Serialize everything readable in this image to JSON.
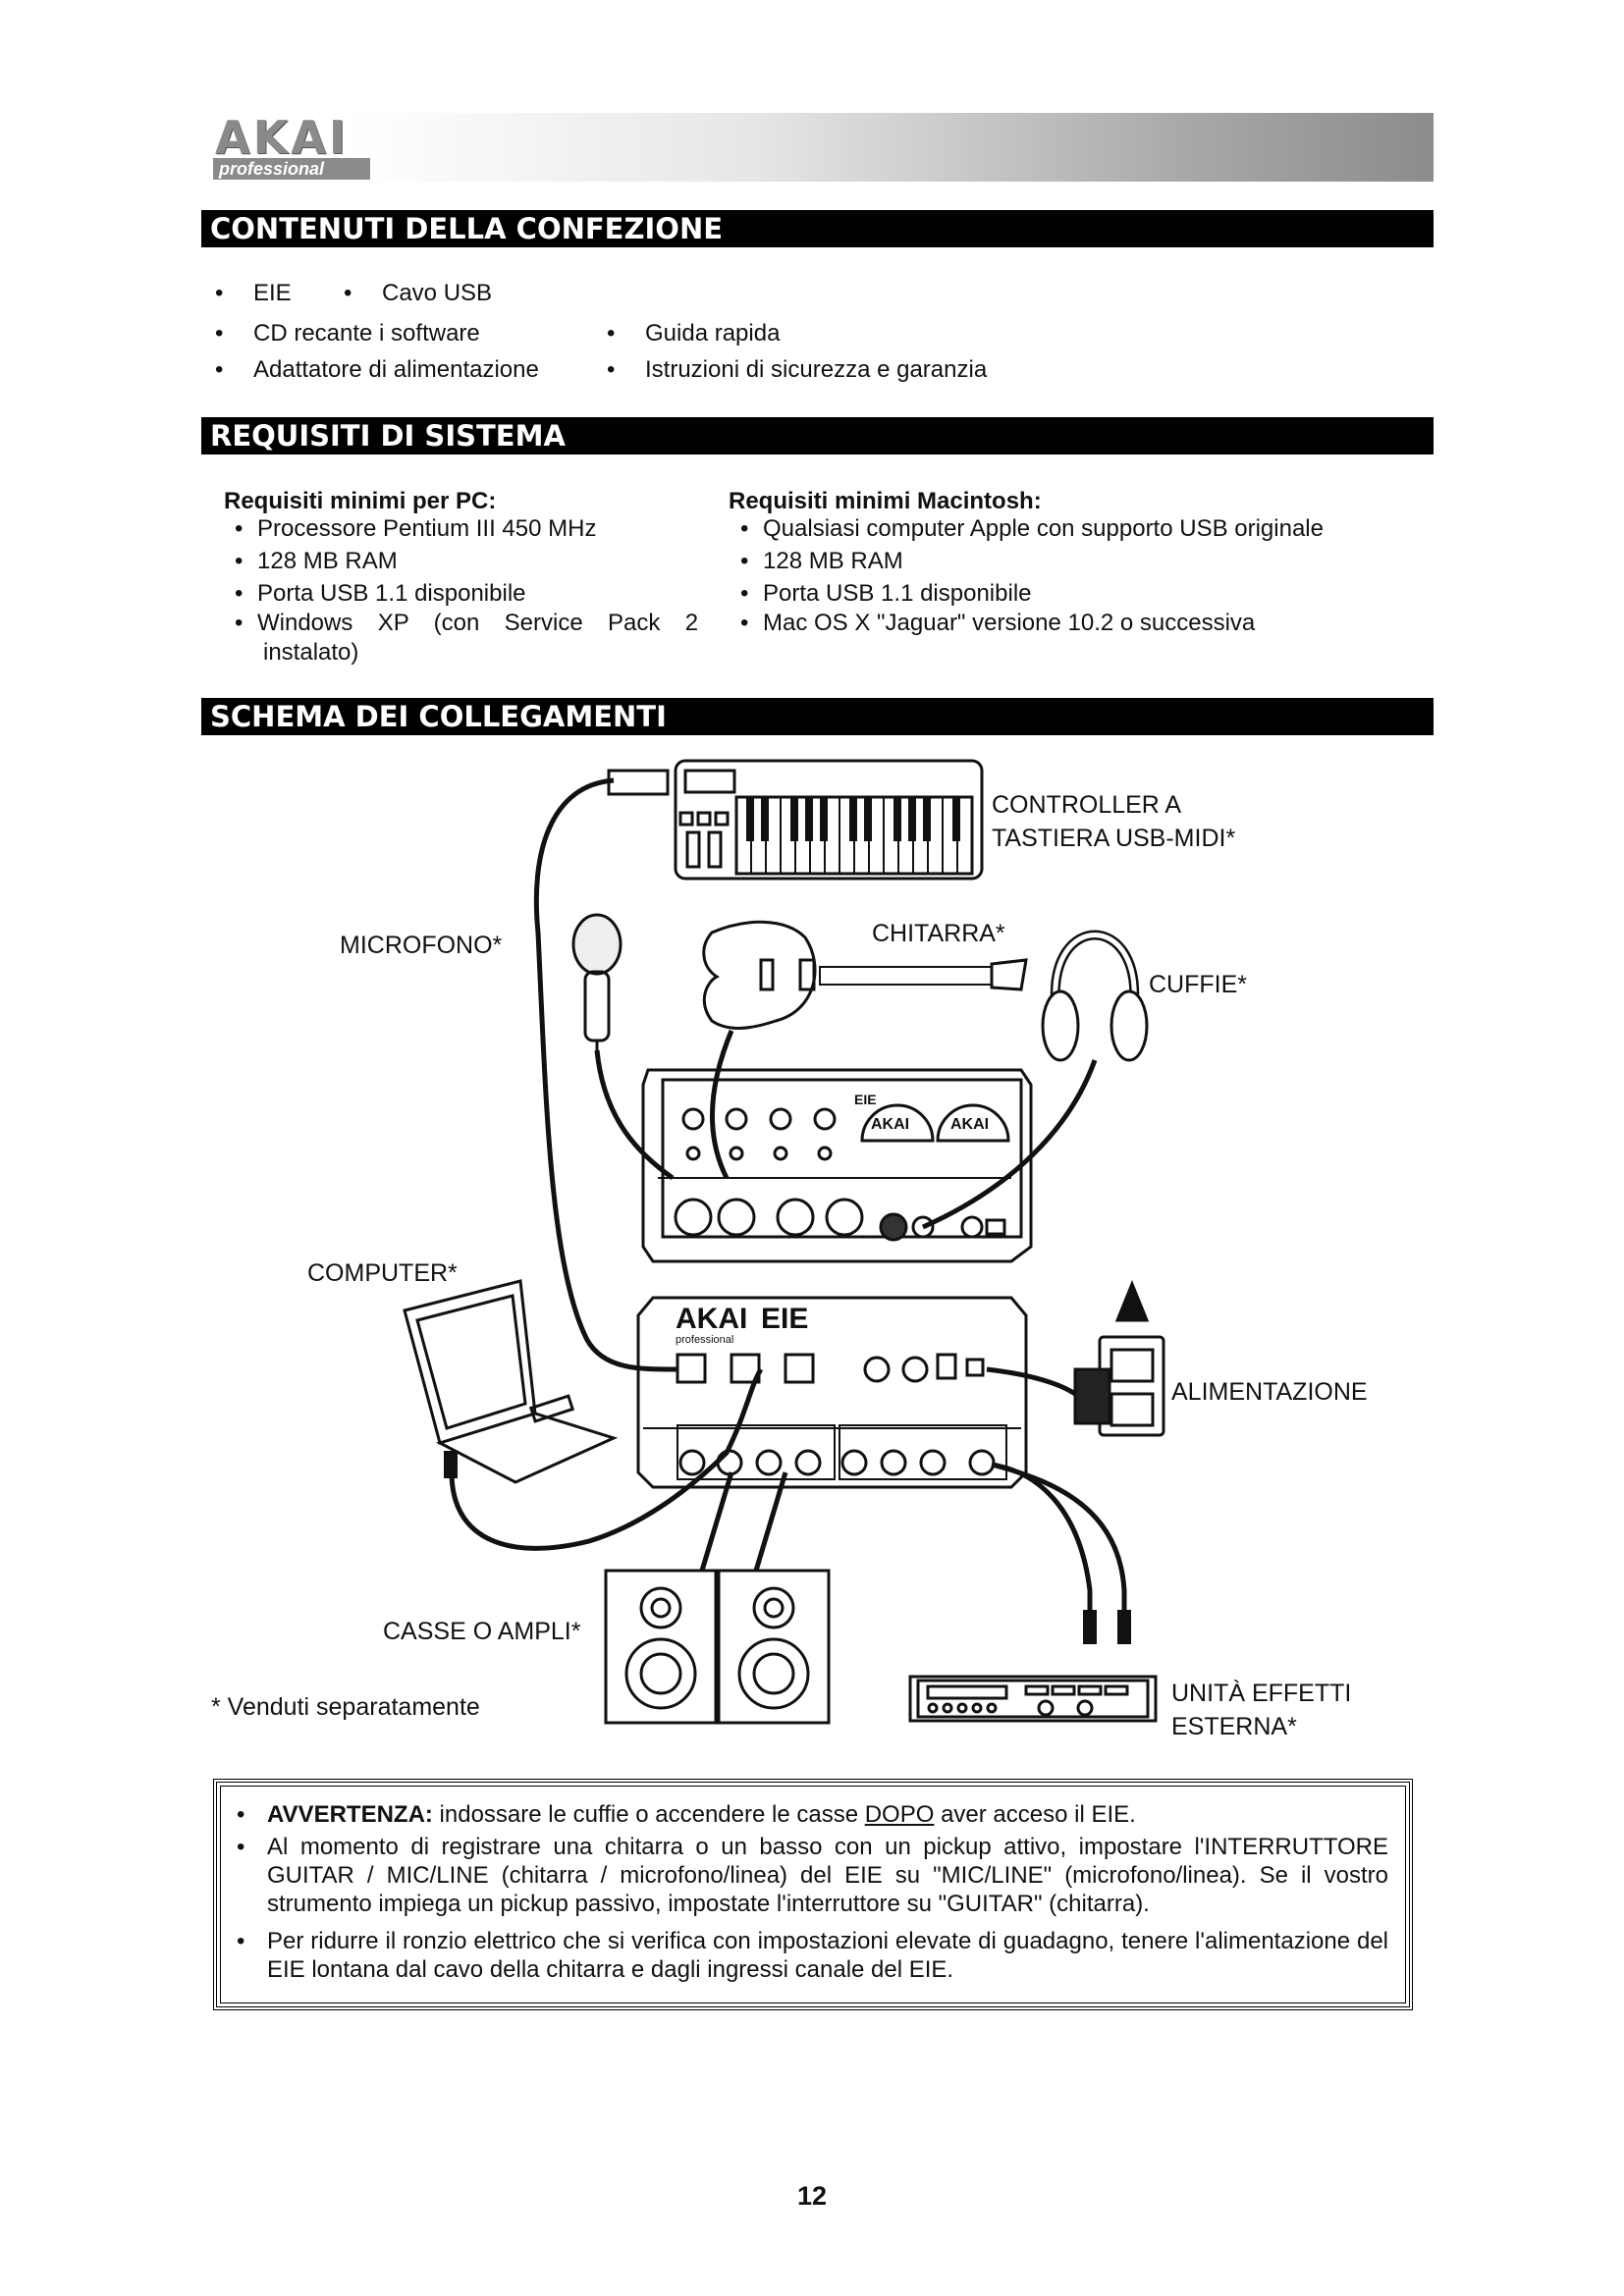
{
  "header": {
    "brand": "AKAI",
    "sub_brand": "professional"
  },
  "sections": {
    "contents_title": "CONTENUTI DELLA CONFEZIONE",
    "requirements_title": "REQUISITI DI SISTEMA",
    "diagram_title": "SCHEMA DEI COLLEGAMENTI"
  },
  "contents": {
    "items": [
      "EIE",
      "Cavo USB",
      "CD recante i software",
      "Guida rapida",
      "Adattatore di alimentazione",
      "Istruzioni di sicurezza e garanzia"
    ]
  },
  "requirements": {
    "pc_title": "Requisiti minimi per PC:",
    "pc_items": [
      "Processore Pentium III 450 MHz",
      "128 MB RAM",
      "Porta USB 1.1 disponibile",
      "Windows  XP  (con  Service  Pack  2",
      "instalato)"
    ],
    "mac_title": "Requisiti minimi Macintosh:",
    "mac_items": [
      "Qualsiasi computer Apple con supporto USB originale",
      "128 MB RAM",
      "Porta USB 1.1 disponibile",
      "Mac OS X \"Jaguar\" versione 10.2 o successiva"
    ]
  },
  "diagram": {
    "labels": {
      "controller_1": "CONTROLLER A",
      "controller_2": "TASTIERA USB-MIDI*",
      "microphone": "MICROFONO*",
      "guitar": "CHITARRA*",
      "headphones": "CUFFIE*",
      "computer": "COMPUTER*",
      "power": "ALIMENTAZIONE",
      "speakers": "CASSE O AMPLI*",
      "sold_separately": "* Venduti separatamente",
      "fx_1": "UNITÀ EFFETTI",
      "fx_2": "ESTERNA*"
    },
    "device_text": {
      "front_brand": "AKAI",
      "front_model": "EIE",
      "rear_brand": "AKAI",
      "rear_sub": "professional",
      "rear_model": "EIE"
    }
  },
  "warnings": {
    "w1_bold": "AVVERTENZA:",
    "w1_pre": " indossare le cuffie o accendere le casse ",
    "w1_underline": "DOPO",
    "w1_post": " aver acceso il EIE.",
    "w2": "Al momento di registrare una chitarra o un basso con un pickup attivo, impostare l'INTERRUTTORE GUITAR / MIC/LINE (chitarra / microfono/linea) del EIE su \"MIC/LINE\" (microfono/linea). Se il vostro strumento impiega un pickup passivo, impostate l'interruttore su \"GUITAR\" (chitarra).",
    "w3": "Per ridurre il ronzio elettrico che si verifica con impostazioni elevate di guadagno, tenere l'alimentazione del EIE lontana dal cavo della chitarra e dagli ingressi canale del EIE."
  },
  "page_number": "12"
}
